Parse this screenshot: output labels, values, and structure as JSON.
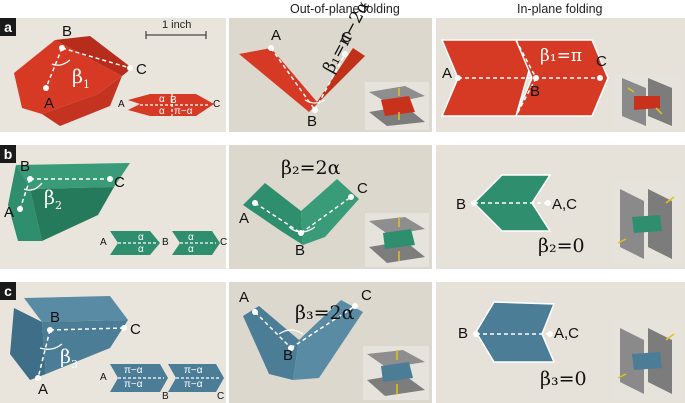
{
  "headers": {
    "col1": "Out-of-plane folding",
    "col2": "In-plane folding"
  },
  "scale_bar": "1 inch",
  "colors": {
    "red": "#d63a24",
    "green": "#2f8e6d",
    "blue": "#4b7d97",
    "bg": "#e8e2d8",
    "grey": "#8a8a8a"
  },
  "rows": [
    {
      "badge": "a",
      "p1": {
        "A": "A",
        "B": "B",
        "C": "C",
        "beta": "β",
        "sub": "1"
      },
      "pattern": {
        "left": "A",
        "mid": "B",
        "right": "C",
        "top": "α",
        "bottom": "α",
        "sub": "π−α"
      },
      "p2": {
        "A": "A",
        "B": "B",
        "C": "C",
        "eq": "β₁=π−2α"
      },
      "p3": {
        "A": "A",
        "B": "B",
        "C": "C",
        "eq": "β₁=π"
      }
    },
    {
      "badge": "b",
      "p1": {
        "A": "A",
        "B": "B",
        "C": "C",
        "beta": "β",
        "sub": "2"
      },
      "pattern": {
        "left": "A",
        "mid": "B",
        "right": "C",
        "top": "α",
        "bottom": "α",
        "top2": "α",
        "bottom2": "α"
      },
      "p2": {
        "A": "A",
        "B": "B",
        "C": "C",
        "eq": "β₂=2α"
      },
      "p3": {
        "B": "B",
        "AC": "A,C",
        "eq": "β₂=0"
      }
    },
    {
      "badge": "c",
      "p1": {
        "A": "A",
        "B": "B",
        "C": "C",
        "beta": "β",
        "sub": "3"
      },
      "pattern": {
        "left": "A",
        "mid": "B",
        "right": "C",
        "t1": "π−α",
        "b1": "π−α",
        "t2": "π−α",
        "b2": "π−α"
      },
      "p2": {
        "A": "A",
        "B": "B",
        "C": "C",
        "eq": "β₃=2α"
      },
      "p3": {
        "B": "B",
        "AC": "A,C",
        "eq": "β₃=0"
      }
    }
  ]
}
